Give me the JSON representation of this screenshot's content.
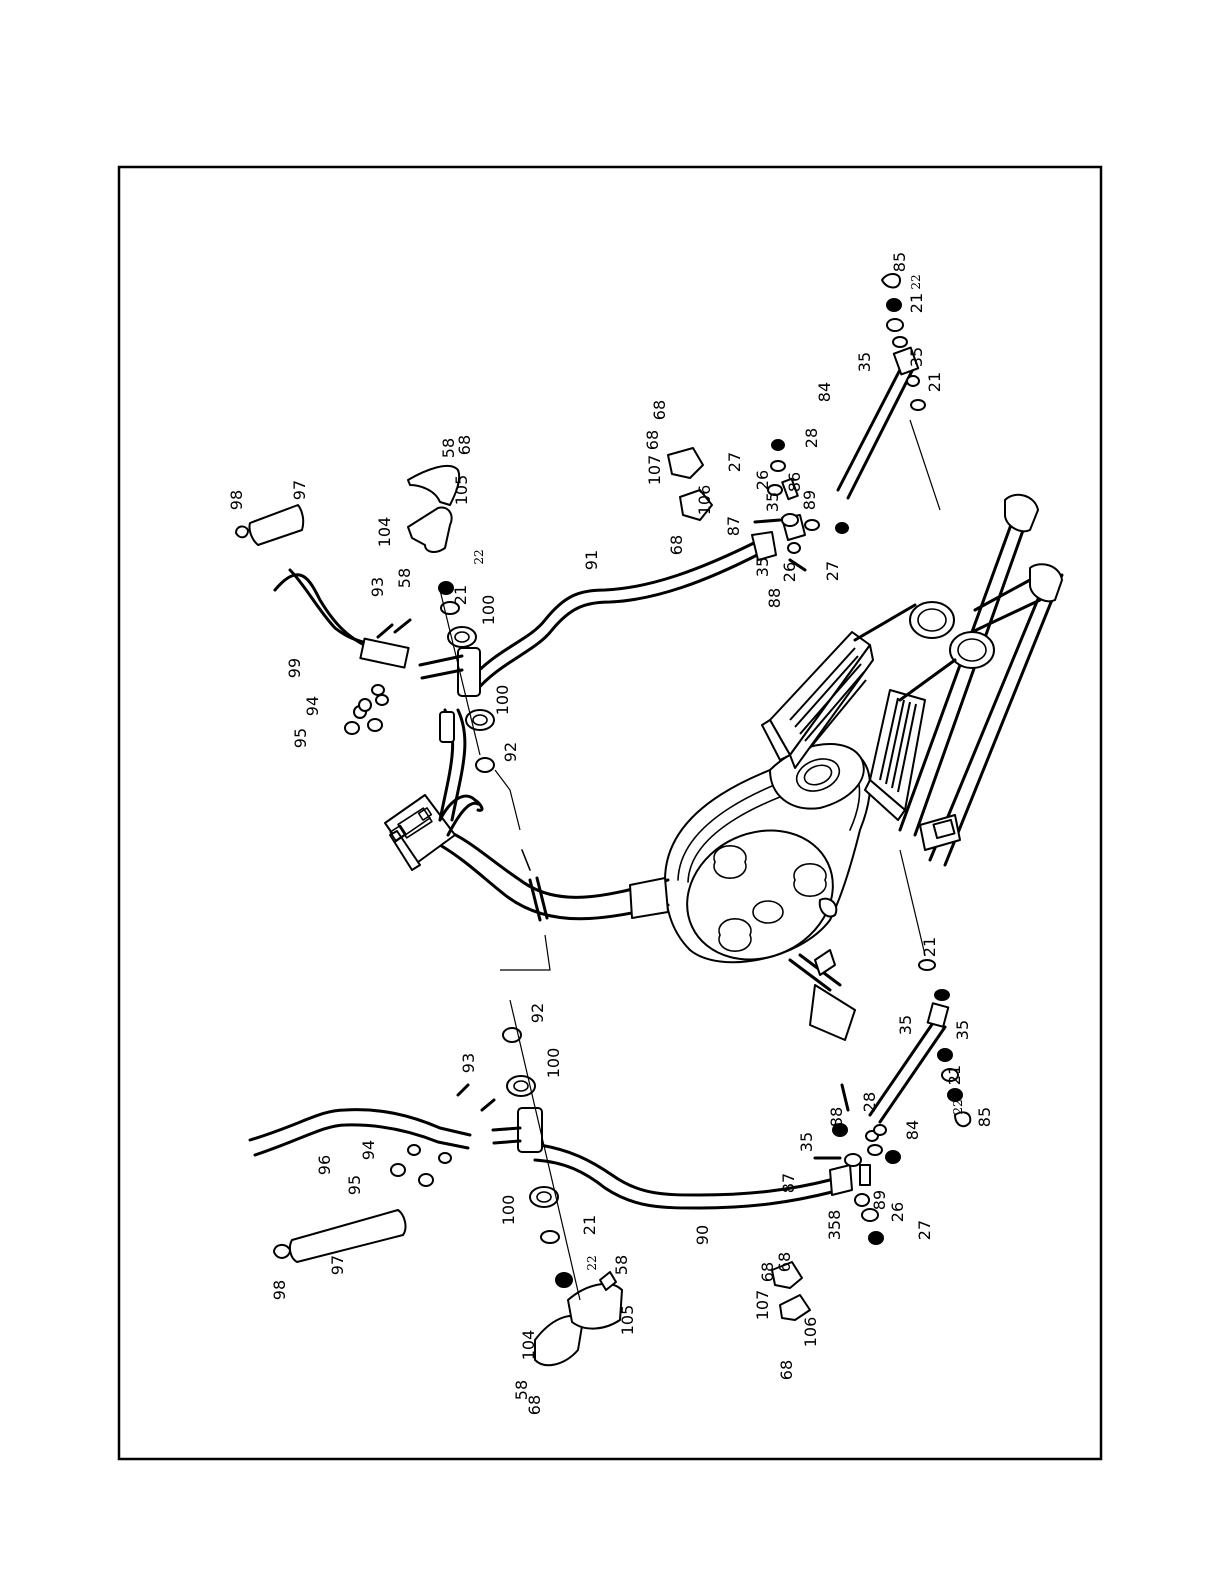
{
  "callouts": [
    {
      "t": "85"
    },
    {
      "t": "22"
    },
    {
      "t": "21"
    },
    {
      "t": "35"
    },
    {
      "t": "35"
    },
    {
      "t": "21"
    },
    {
      "t": "84"
    },
    {
      "t": "28"
    },
    {
      "t": "27"
    },
    {
      "t": "26"
    },
    {
      "t": "35"
    },
    {
      "t": "86"
    },
    {
      "t": "89"
    },
    {
      "t": "87"
    },
    {
      "t": "35"
    },
    {
      "t": "26"
    },
    {
      "t": "27"
    },
    {
      "t": "88"
    },
    {
      "t": "107"
    },
    {
      "t": "68"
    },
    {
      "t": "68"
    },
    {
      "t": "106"
    },
    {
      "t": "68"
    },
    {
      "t": "91"
    },
    {
      "t": "98"
    },
    {
      "t": "97"
    },
    {
      "t": "104"
    },
    {
      "t": "58"
    },
    {
      "t": "58"
    },
    {
      "t": "68"
    },
    {
      "t": "105"
    },
    {
      "t": "22"
    },
    {
      "t": "21"
    },
    {
      "t": "100"
    },
    {
      "t": "93"
    },
    {
      "t": "99"
    },
    {
      "t": "94"
    },
    {
      "t": "95"
    },
    {
      "t": "100"
    },
    {
      "t": "92"
    },
    {
      "t": "92"
    },
    {
      "t": "100"
    },
    {
      "t": "93"
    },
    {
      "t": "96"
    },
    {
      "t": "94"
    },
    {
      "t": "95"
    },
    {
      "t": "100"
    },
    {
      "t": "21"
    },
    {
      "t": "22"
    },
    {
      "t": "58"
    },
    {
      "t": "105"
    },
    {
      "t": "104"
    },
    {
      "t": "58"
    },
    {
      "t": "68"
    },
    {
      "t": "98"
    },
    {
      "t": "97"
    },
    {
      "t": "90"
    },
    {
      "t": "21"
    },
    {
      "t": "35"
    },
    {
      "t": "35"
    },
    {
      "t": "21"
    },
    {
      "t": "22"
    },
    {
      "t": "85"
    },
    {
      "t": "84"
    },
    {
      "t": "28"
    },
    {
      "t": "88"
    },
    {
      "t": "35"
    },
    {
      "t": "87"
    },
    {
      "t": "89"
    },
    {
      "t": "26"
    },
    {
      "t": "27"
    },
    {
      "t": "358"
    },
    {
      "t": "107"
    },
    {
      "t": "68"
    },
    {
      "t": "68"
    },
    {
      "t": "106"
    },
    {
      "t": "68"
    }
  ]
}
